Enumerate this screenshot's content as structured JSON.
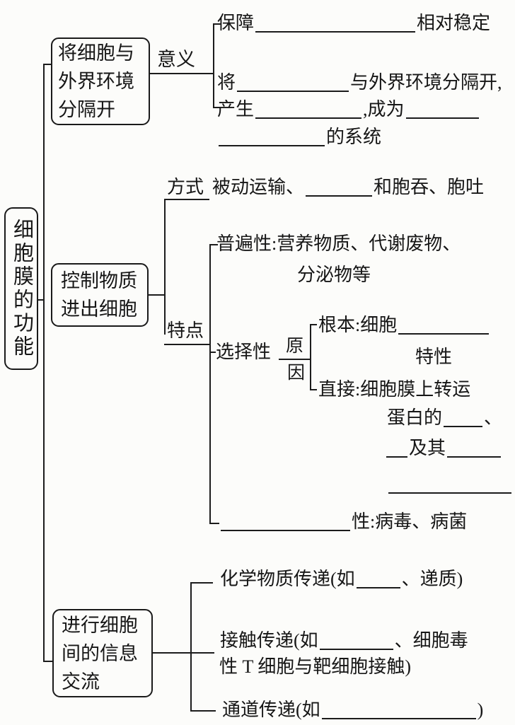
{
  "root": {
    "label": "细胞膜的功能"
  },
  "branch_isolate": {
    "node": {
      "line1": "将细胞与",
      "line2": "外界环境",
      "line3": "分隔开"
    },
    "label": "意义",
    "baozhang": {
      "pre": "保障",
      "post": "相对稳定"
    },
    "jiang": {
      "pre": "将",
      "post": "与外界环境分隔开,"
    },
    "chansheng": {
      "pre": "产生",
      "mid": ",成为",
      "tail": "的系统"
    }
  },
  "branch_control": {
    "node": {
      "line1": "控制物质",
      "line2": "进出细胞"
    },
    "fangshi": {
      "label": "方式",
      "pre": "被动运输、",
      "post": "和胞吞、胞吐"
    },
    "tedian": {
      "label": "特点"
    },
    "pubian": {
      "line1": "普遍性:营养物质、代谢废物、",
      "line2": "分泌物等"
    },
    "xuanze": {
      "label": "选择性",
      "yuanyin_top": "原",
      "yuanyin_bottom": "因",
      "genben": {
        "line1_pre": "根本:细胞",
        "line2": "特性"
      },
      "zhijie": {
        "line1": "直接:细胞膜上转运",
        "line2_pre": "蛋白的",
        "line2_post": "、",
        "line3_mid": "及其"
      }
    },
    "mianyi": {
      "post": "性:病毒、病菌"
    }
  },
  "branch_info": {
    "node": {
      "line1": "进行细胞",
      "line2": "间的信息",
      "line3": "交流"
    },
    "chem": {
      "pre": "化学物质传递(如",
      "post": "、递质)"
    },
    "contact": {
      "pre": "接触传递(如",
      "post": "、细胞毒",
      "line2": "性 T 细胞与靶细胞接触)"
    },
    "channel": {
      "pre": "通道传递(如",
      "post": ")"
    }
  }
}
